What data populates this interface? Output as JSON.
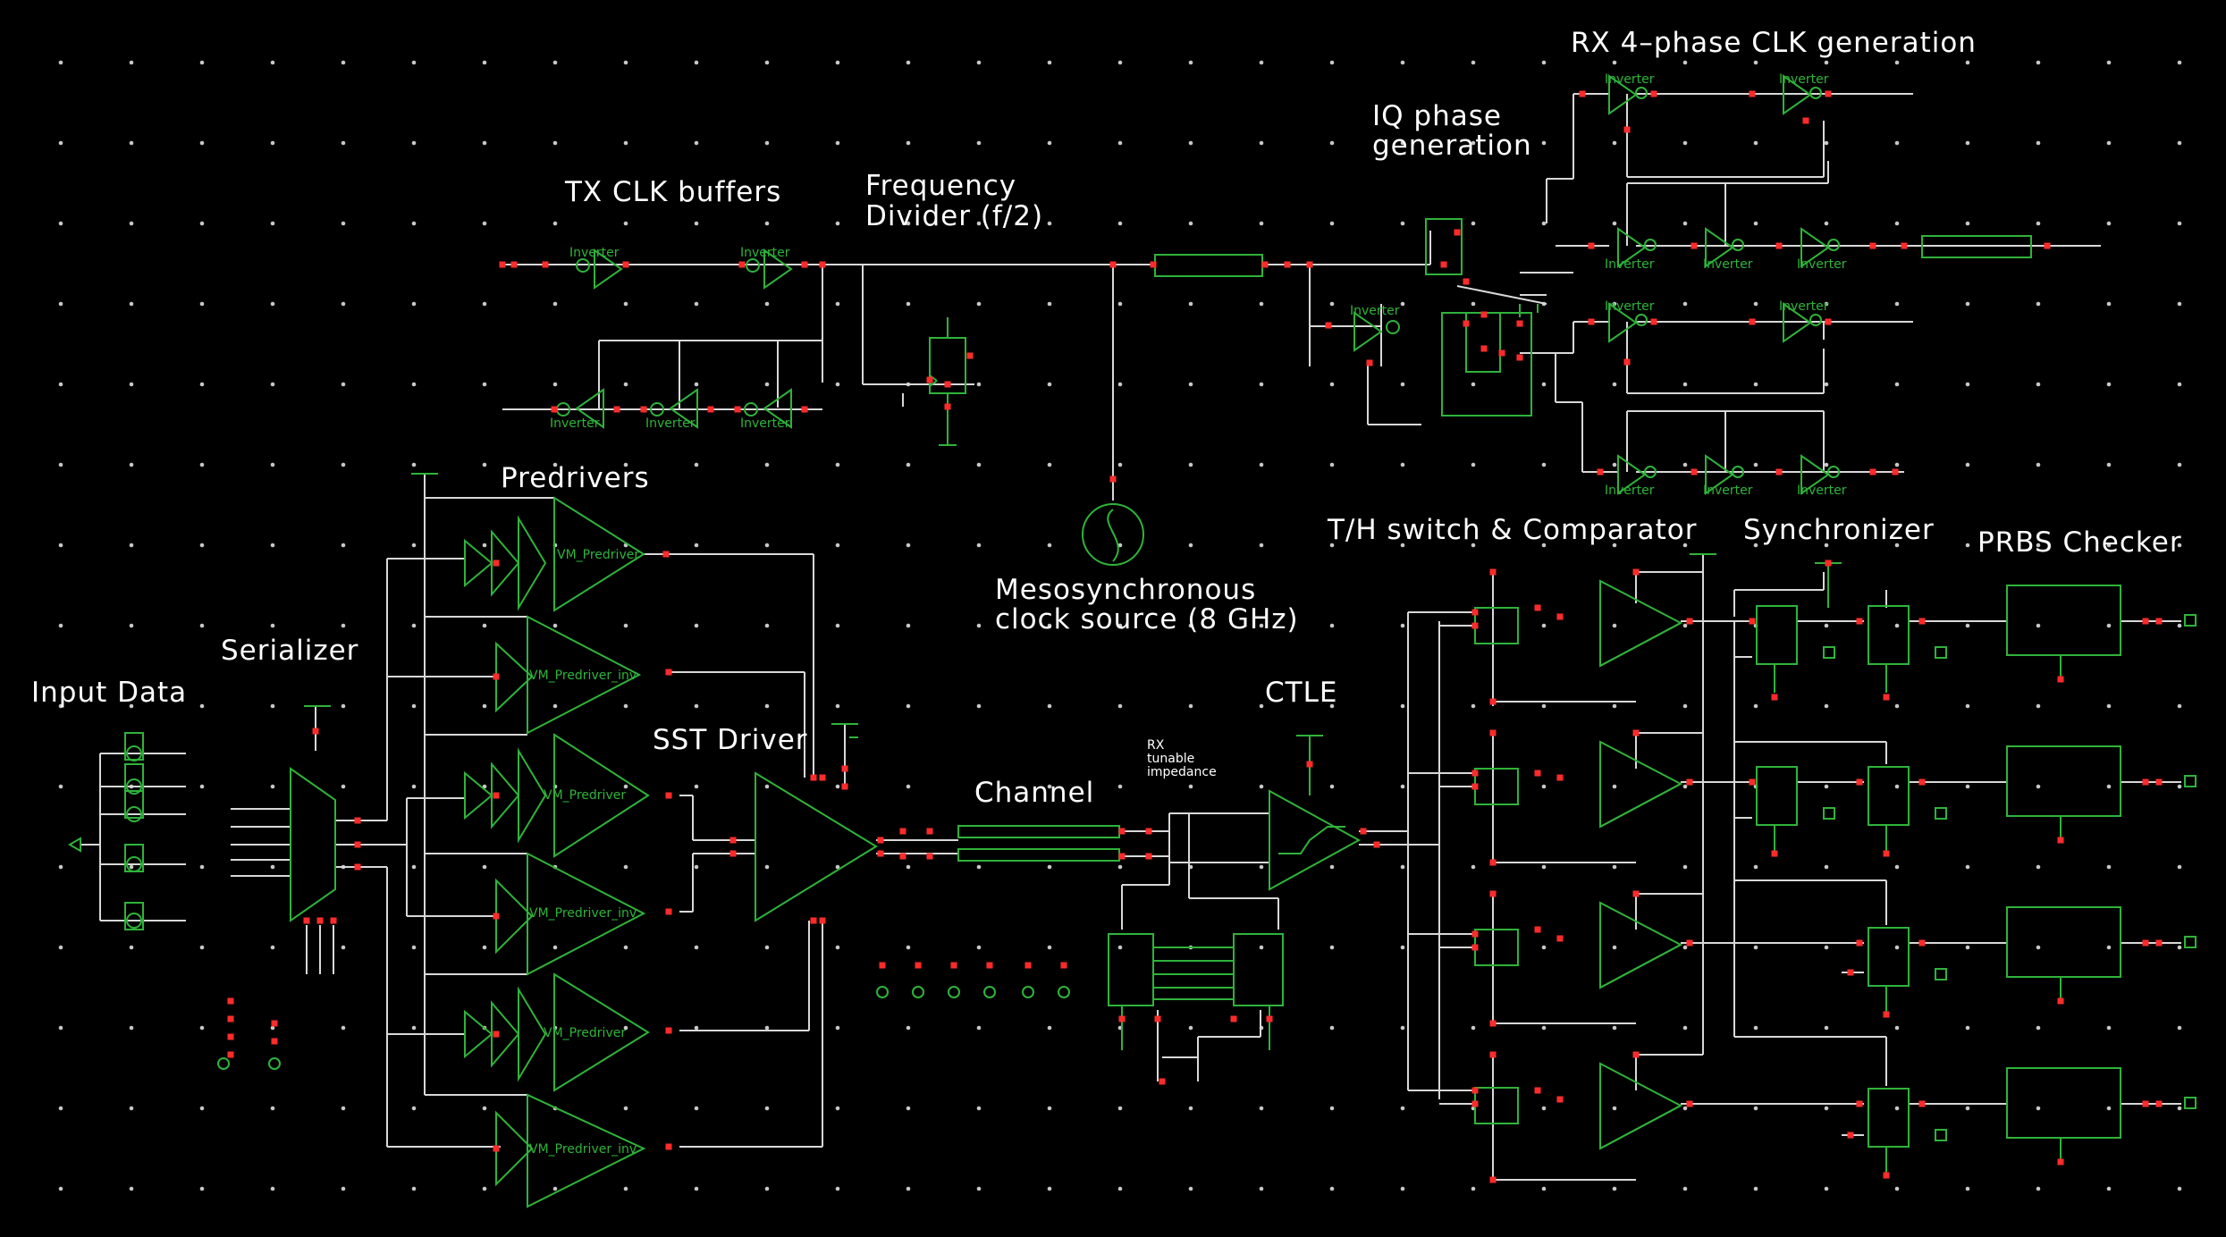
{
  "colors": {
    "background": "#000000",
    "wire": "#d8d8d8",
    "component": "#2fb33a",
    "pin": "#ff2b2b",
    "label": "#ffffff"
  },
  "labels": {
    "rx_clk_gen": "RX 4–phase CLK generation",
    "iq_phase": [
      "IQ phase",
      "generation"
    ],
    "tx_clk_buffers": "TX CLK buffers",
    "freq_divider": [
      "Frequency",
      "Divider (f/2)"
    ],
    "predrivers": "Predrivers",
    "serializer": "Serializer",
    "input_data": "Input Data",
    "sst_driver": "SST Driver",
    "channel": "Channel",
    "rx_tunable": [
      "RX",
      "tunable",
      "impedance"
    ],
    "ctle": "CTLE",
    "clock_source": [
      "Mesosynchronous",
      "clock source (8 GHz)"
    ],
    "th_switch": "T/H switch & Comparator",
    "synchronizer": "Synchronizer",
    "prbs_checker": "PRBS Checker"
  },
  "component_names": {
    "inverter": "Inverter",
    "predrivers": [
      "VM_Predriver",
      "VM_Predriver_inv",
      "VM_Predriver",
      "VM_Predriver_inv",
      "VM_Predriver",
      "VM_Predriver_inv"
    ]
  },
  "icons": {
    "clock_source": "sine-source-icon",
    "inverter": "inverter-symbol",
    "amplifier": "triangle-amplifier-symbol",
    "flip_flop": "d-flipflop-symbol"
  }
}
